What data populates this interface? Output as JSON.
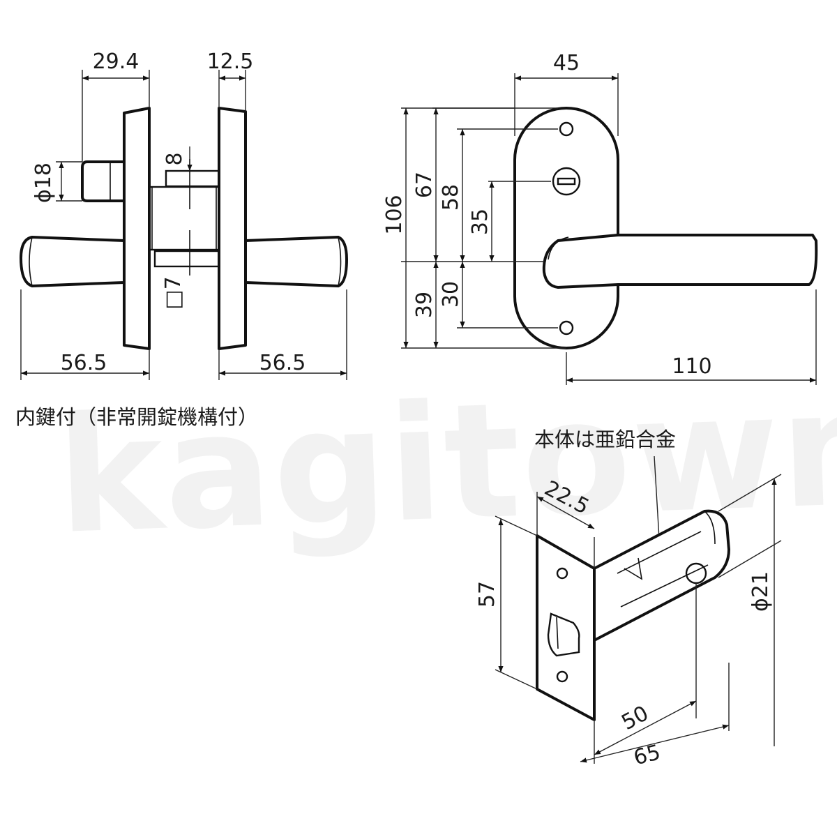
{
  "watermark": "kagitown",
  "front_view": {
    "dim_width_top": "29.4",
    "dim_plate_thickness": "12.5",
    "dim_knob_dia": "ϕ18",
    "dim_spindle_gap": "8",
    "dim_square_spindle": "□7",
    "dim_lever_left": "56.5",
    "dim_lever_right": "56.5"
  },
  "side_view": {
    "dim_plate_width": "45",
    "dim_total_height": "106",
    "dim_upper_height": "67",
    "dim_upper_screw": "58",
    "dim_turn_piece": "35",
    "dim_lower_height": "39",
    "dim_lower_screw": "30",
    "dim_lever_length": "110"
  },
  "caption": "内鍵付（非常開錠機構付）",
  "latch": {
    "material_note": "本体は亜鉛合金",
    "dim_face_depth": "22.5",
    "dim_face_height": "57",
    "dim_body_dia": "ϕ21",
    "dim_backset_50": "50",
    "dim_backset_65": "65"
  }
}
